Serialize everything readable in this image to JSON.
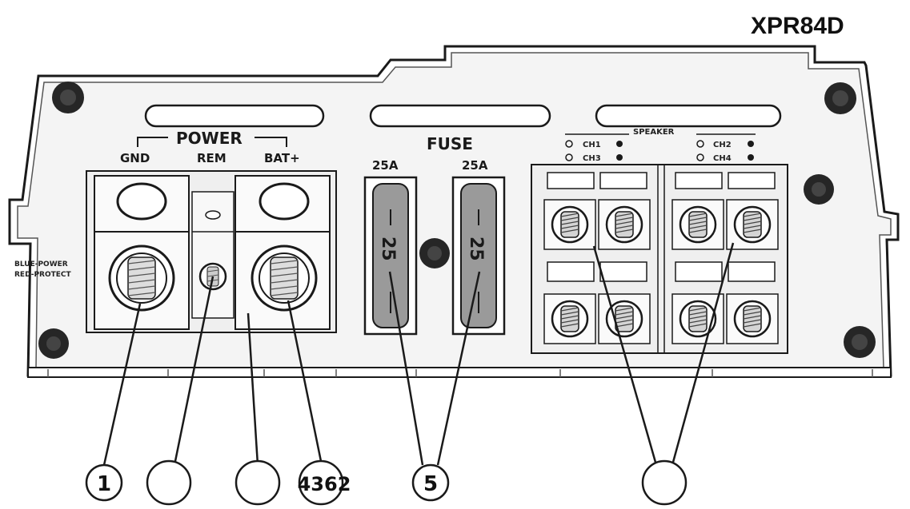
{
  "model": "XPR84D",
  "power": {
    "title": "POWER",
    "gnd": "GND",
    "rem": "REM",
    "bat": "BAT+"
  },
  "side_note": {
    "line1": "BLUE-POWER",
    "line2": "RED-PROTECT"
  },
  "fuse": {
    "title": "FUSE",
    "left_rating": "25A",
    "right_rating": "25A",
    "left_body": "25",
    "right_body": "25"
  },
  "speaker": {
    "title": "SPEAKER",
    "ch1": "CH1",
    "ch2": "CH2",
    "ch3": "CH3",
    "ch4": "CH4"
  },
  "callouts": {
    "c1": "1",
    "c2": "",
    "c3": "",
    "c4": "4362",
    "c5": "5",
    "c6": ""
  },
  "colors": {
    "outline": "#1a1a1a",
    "panel": "#f2f2f2",
    "fuse_fill": "#9a9a9a",
    "screw": "#262626"
  }
}
